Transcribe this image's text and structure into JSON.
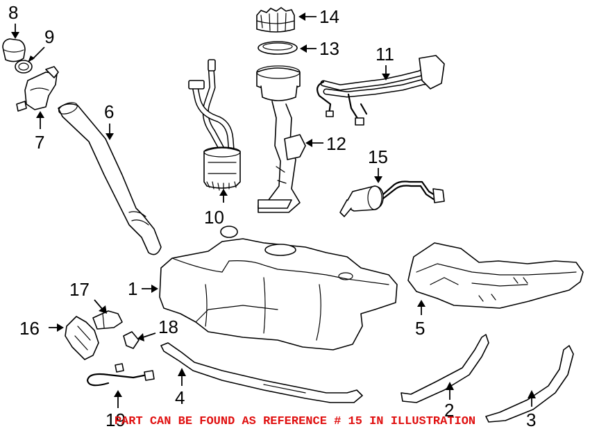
{
  "callouts": {
    "c1": "1",
    "c2": "2",
    "c3": "3",
    "c4": "4",
    "c5": "5",
    "c6": "6",
    "c7": "7",
    "c8": "8",
    "c9": "9",
    "c10": "10",
    "c11": "11",
    "c12": "12",
    "c13": "13",
    "c14": "14",
    "c15": "15",
    "c16": "16",
    "c17": "17",
    "c18": "18",
    "c19": "19"
  },
  "notice": "PART CAN BE FOUND AS REFERENCE # 15 IN ILLUSTRATION",
  "colors": {
    "notice": "#e01010",
    "line": "#000000",
    "background": "#ffffff"
  }
}
